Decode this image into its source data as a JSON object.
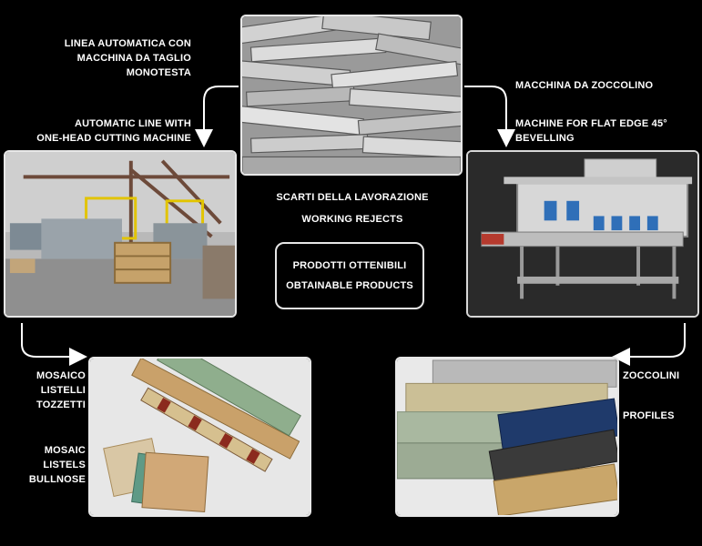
{
  "nodes": {
    "top_left": {
      "label_it": "LINEA AUTOMATICA CON\nMACCHINA DA TAGLIO\nMONOTESTA",
      "label_en": "AUTOMATIC LINE WITH\nONE-HEAD CUTTING MACHINE"
    },
    "top_center": {
      "label_it": "SCARTI DELLA LAVORAZIONE",
      "label_en": "WORKING REJECTS"
    },
    "top_right": {
      "label_it": "MACCHINA DA ZOCCOLINO",
      "label_en": "MACHINE FOR FLAT EDGE 45°\nBEVELLING"
    },
    "center": {
      "label_it": "PRODOTTI OTTENIBILI",
      "label_en": "OBTAINABLE PRODUCTS"
    },
    "bottom_left": {
      "label_it": "MOSAICO\nLISTELLI\nTOZZETTI",
      "label_en": "MOSAIC\nLISTELS\nBULLNOSE"
    },
    "bottom_right": {
      "label_it": "ZOCCOLINI",
      "label_en": "PROFILES"
    }
  },
  "colors": {
    "background": "#000000",
    "text": "#ffffff",
    "border": "#e8e8e8"
  }
}
